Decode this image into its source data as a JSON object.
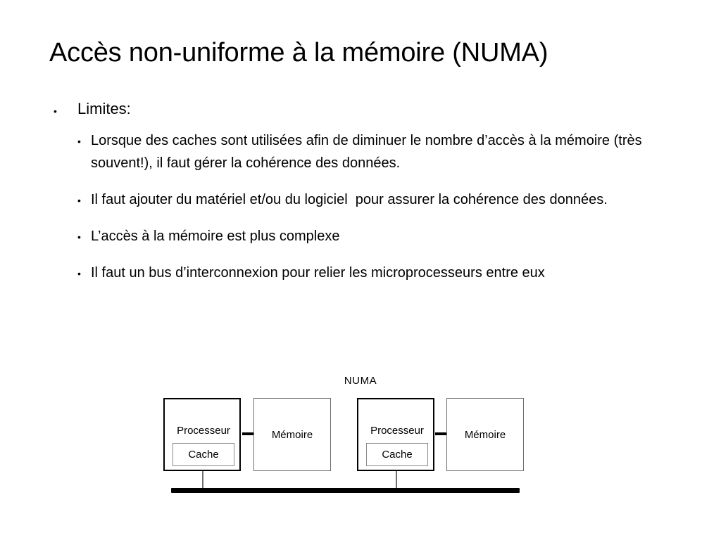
{
  "slide": {
    "title": "Accès non-uniforme à la mémoire (NUMA)",
    "bullets": [
      {
        "level": 1,
        "text": "Limites:"
      },
      {
        "level": 2,
        "text": "Lorsque des caches sont utilisées afin de diminuer le nombre d’accès à la mémoire (très souvent!), il faut gérer la cohérence des données."
      },
      {
        "level": 2,
        "text": "Il faut ajouter du matériel et/ou du logiciel  pour assurer la cohérence des données."
      },
      {
        "level": 2,
        "text": "L’accès à la mémoire est plus complexe"
      },
      {
        "level": 2,
        "text": "Il faut un bus d’interconnexion pour relier les microprocesseurs entre eux"
      }
    ],
    "bullet_marker": "•"
  },
  "diagram": {
    "title": "NUMA",
    "nodes": [
      {
        "processor_label": "Processeur",
        "cache_label": "Cache",
        "memory_label": "Mémoire"
      },
      {
        "processor_label": "Processeur",
        "cache_label": "Cache",
        "memory_label": "Mémoire"
      }
    ],
    "bus_label": "",
    "colors": {
      "processor_border": "#000000",
      "memory_border": "#6f6f6f",
      "cache_border": "#8a8a8a",
      "bus": "#000000",
      "background": "#ffffff"
    }
  }
}
